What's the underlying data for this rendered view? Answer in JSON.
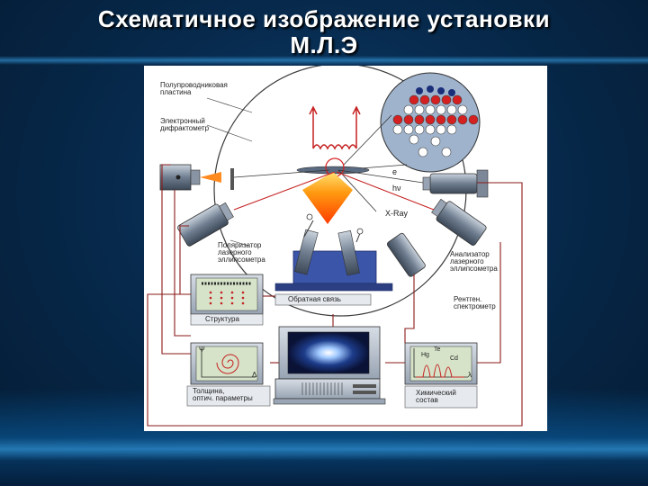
{
  "slide": {
    "title_line1": "Схематичное изображение  установки",
    "title_line2": "М.Л.Э"
  },
  "diagram": {
    "labels": {
      "wafer": "Полупроводниковая\nпластина",
      "diffractometer": "Электронный\nдифрактометр",
      "electron": "e",
      "photon": "hν",
      "xray": "X-Ray",
      "polarizer": "Поляризатор\nлазерного\nэллипсометра",
      "analyzer": "Анализатор\nлазерного\nэллипсометра",
      "spectrometer": "Рентген.\nспектрометр",
      "feedback": "Обратная связь",
      "structure": "Структура",
      "thickness": "Толщина,\nоптич. параметры",
      "chemical": "Химический\nсостав"
    },
    "plot_labels": {
      "psi": "Ψ",
      "delta": "Δ",
      "te": "Te",
      "hg": "Hg",
      "cd": "Cd",
      "lambda": "λ"
    }
  }
}
